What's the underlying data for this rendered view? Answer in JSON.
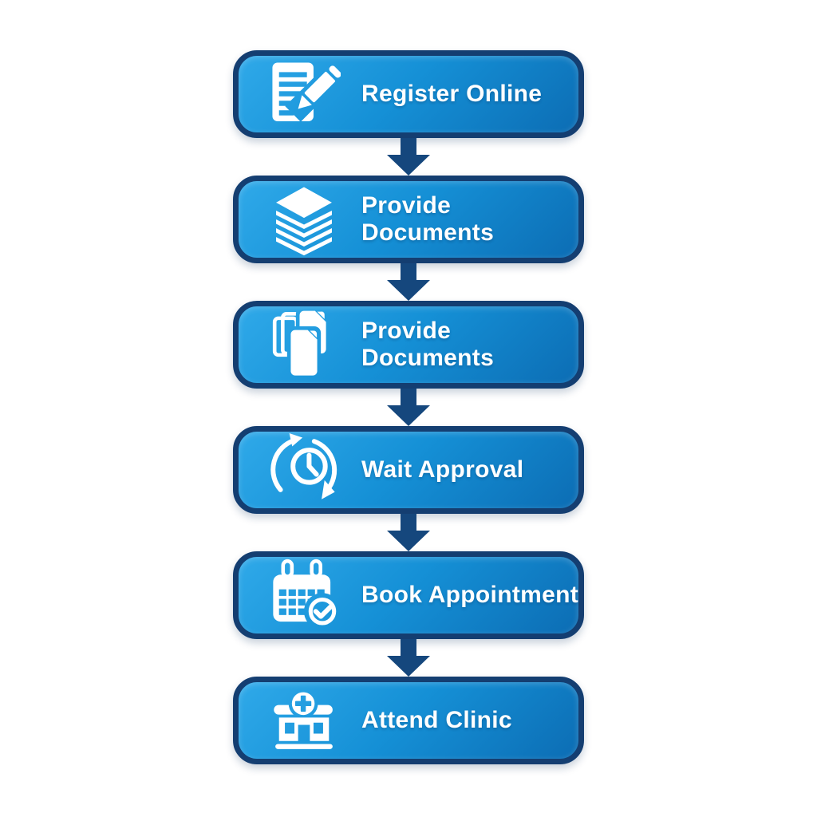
{
  "canvas": {
    "background_color": "#ffffff"
  },
  "colors": {
    "box_gradient_start": "#2fa9e9",
    "box_gradient_mid": "#1590d6",
    "box_gradient_end": "#0c6db4",
    "box_border": "#143e71",
    "arrow": "#15477d",
    "icon": "#ffffff",
    "text": "#ffffff",
    "canvas": "#ffffff"
  },
  "flowchart": {
    "direction": "top-to-bottom",
    "steps": [
      {
        "id": "register-online",
        "icon": "edit-document-icon",
        "lines": [
          "Register Online"
        ]
      },
      {
        "id": "provide-documents-1",
        "icon": "layers-stack-icon",
        "lines": [
          "Provide",
          "Documents"
        ]
      },
      {
        "id": "provide-documents-2",
        "icon": "copy-documents-icon",
        "lines": [
          "Provide",
          "Documents"
        ]
      },
      {
        "id": "wait-approval",
        "icon": "pending-clock-icon",
        "lines": [
          "Wait Approval"
        ]
      },
      {
        "id": "book-appointment",
        "icon": "calendar-check-icon",
        "lines": [
          "Book Appointment"
        ]
      },
      {
        "id": "attend-clinic",
        "icon": "clinic-building-icon",
        "lines": [
          "Attend Clinic"
        ]
      }
    ]
  }
}
